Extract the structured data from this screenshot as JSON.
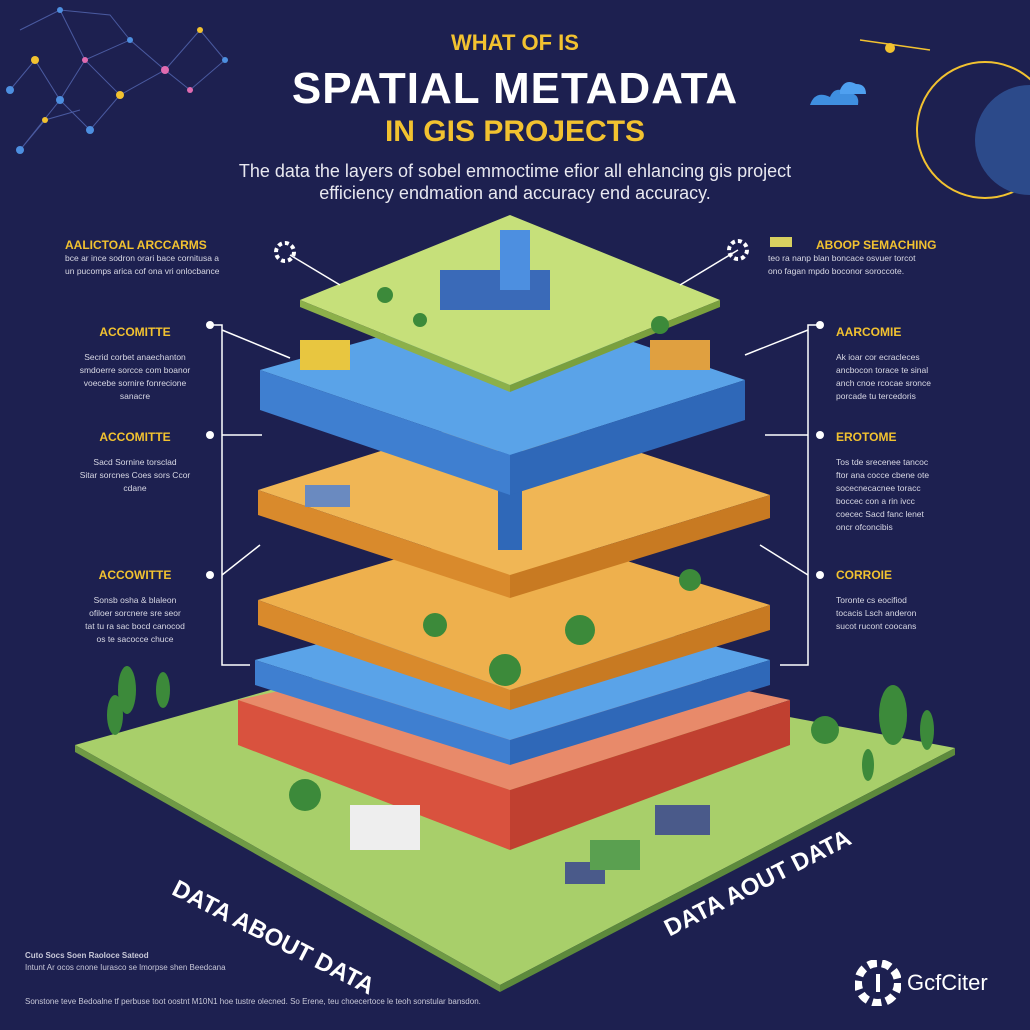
{
  "header": {
    "kicker": "WHAT OF IS",
    "title": "SPATIAL METADATA",
    "subtitle": "IN GIS PROJECTS",
    "description_line1": "The data the layers of sobel emmoctime efior all  ehlancing gis project",
    "description_line2": "efficiency endmation and accuracy end accuracy."
  },
  "left_callouts": [
    {
      "label": "AALICTOAL ARCCARMS",
      "text": [
        "bce ar ince  sodron orari bace cornitusa a",
        "un pucomps arica cof ona vri onlocbance"
      ]
    },
    {
      "label": "ACCOMITTE",
      "text": [
        "Secrid corbet anaechanton",
        "smdoerre sorcce com boanor",
        "voecebe sornire fonrecione",
        "sanacre"
      ]
    },
    {
      "label": "ACCOMITTE",
      "text": [
        "Sacd Sornine torsclad",
        "Sitar sorcnes Coes sors Ccor",
        "cdane"
      ]
    },
    {
      "label": "ACCOWITTE",
      "text": [
        "Sonsb osha & blaleon",
        "ofiloer sorcnere sre seor",
        "tat tu ra sac bocd canocod",
        "os te sacocce chuce"
      ]
    }
  ],
  "right_callouts": [
    {
      "label": "ABOOP SEMACHING",
      "text": [
        "teo ra nanp blan boncace  osvuer torcot",
        "ono fagan mpdo boconor soroccote."
      ]
    },
    {
      "label": "AARCOMIE",
      "text": [
        "Ak ioar cor ecracleces",
        "ancbocon torace te sinal",
        "anch cnoe rcocae sronce",
        "porcade tu tercedoris"
      ]
    },
    {
      "label": "EROTOME",
      "text": [
        "Tos tde srecenee tancoc",
        "ftor ana cocce cbene ote",
        "socecnecacnee toracc",
        "boccec con a rin ivcc",
        "coecec Sacd fanc lenet",
        "oncr ofconcibis"
      ]
    },
    {
      "label": "CORROIE",
      "text": [
        "Toronte cs eocifiod",
        "tocacis Lsch anderon",
        "sucot rucont coocans"
      ]
    }
  ],
  "ground_labels": {
    "left": "DATA ABOUT DATA",
    "right": "DATA AOUT DATA"
  },
  "footer": {
    "note_title": "Cuto Socs Soen Raoloce Sateod",
    "note_text": "Intunt Ar ocos cnone Iurasco se lmorpse shen Beedcana",
    "bottom_line": "Sonstone teve Bedoalne tf perbuse toot oostnt M10N1 hoe tustre olecned. So Erene, teu choecertoce le teoh sonstular bansdon.",
    "brand": "GcfCiter"
  },
  "colors": {
    "bg": "#1d2050",
    "accent": "#f2c230",
    "green": "#b7d96a",
    "blue": "#3f7fd0",
    "orange": "#eba33f",
    "red": "#d9523e"
  }
}
